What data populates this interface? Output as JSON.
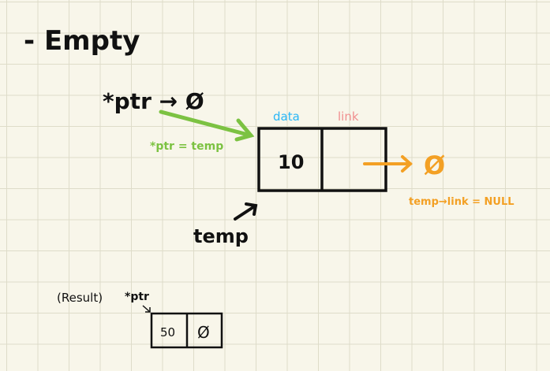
{
  "title": "- Empty",
  "top_label": "*ptr → Ø",
  "assign_label": "*ptr = temp",
  "node": {
    "data_header": "data",
    "link_header": "link",
    "data_value": "10"
  },
  "null_symbol": "Ø",
  "link_label": "temp→link = NULL",
  "temp_label": "temp",
  "result": {
    "label": "(Result)",
    "ptr_label": "*ptr",
    "data_value": "50",
    "link_value": "Ø"
  },
  "colors": {
    "green": "#7cc242",
    "blue": "#29b6f6",
    "pink": "#f08f8f",
    "orange": "#f3a024",
    "ink": "#111111"
  }
}
